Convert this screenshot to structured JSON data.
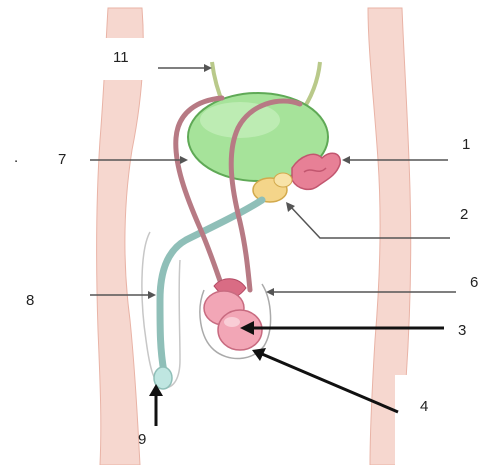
{
  "diagram": {
    "labels": {
      "l1": "1",
      "l2": "2",
      "l3": "3",
      "l4": "4",
      "l6": "6",
      "l7": "7",
      "l8": "8",
      "l9": "9",
      "l11": "11",
      "dot": "."
    },
    "colors": {
      "skin": "#f6d7cf",
      "skin_edge": "#e9b3a6",
      "bladder": "#a6e39a",
      "bladder_edge": "#5fa956",
      "vas_deferens": "#b77a84",
      "seminal_vesicle": "#e78096",
      "prostate": "#f4d58a",
      "urethra": "#8fbfb8",
      "testis": "#f2a6b6",
      "pointer": "#555555",
      "pointer_bold": "#111111"
    }
  }
}
